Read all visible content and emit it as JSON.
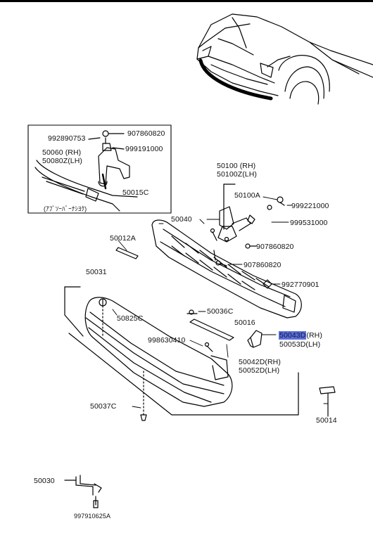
{
  "diagram": {
    "labels": {
      "p992890753": "992890753",
      "p907860820_top": "907860820",
      "p50060": "50060 (RH)",
      "p999191000": "999191000",
      "p50080z": "50080Z(LH)",
      "p50015c": "50015C",
      "inset_caption": "(ｱﾌﾞｿｰﾊﾞｰﾅｼﾖｸ)",
      "p50100": "50100 (RH)",
      "p50100z": "50100Z(LH)",
      "p50100a": "50100A",
      "p999221000": "999221000",
      "p999531000": "999531000",
      "p50040": "50040",
      "p50012a": "50012A",
      "p907860820_mid": "907860820",
      "p907860820_low": "907860820",
      "p50031": "50031",
      "p992770901": "992770901",
      "p50825c": "50825C",
      "p50036c": "50036C",
      "p50016": "50016",
      "p50043d": "50043D",
      "p50043d_rh": "(RH)",
      "p50053d": "50053D(LH)",
      "p998630410": "998630410",
      "p50042d": "50042D(RH)",
      "p50052d": "50052D(LH)",
      "p50037c": "50037C",
      "p50014": "50014",
      "p50030": "50030",
      "p997910625a": "997910625A"
    },
    "highlight_color": "#5b6fd6"
  }
}
